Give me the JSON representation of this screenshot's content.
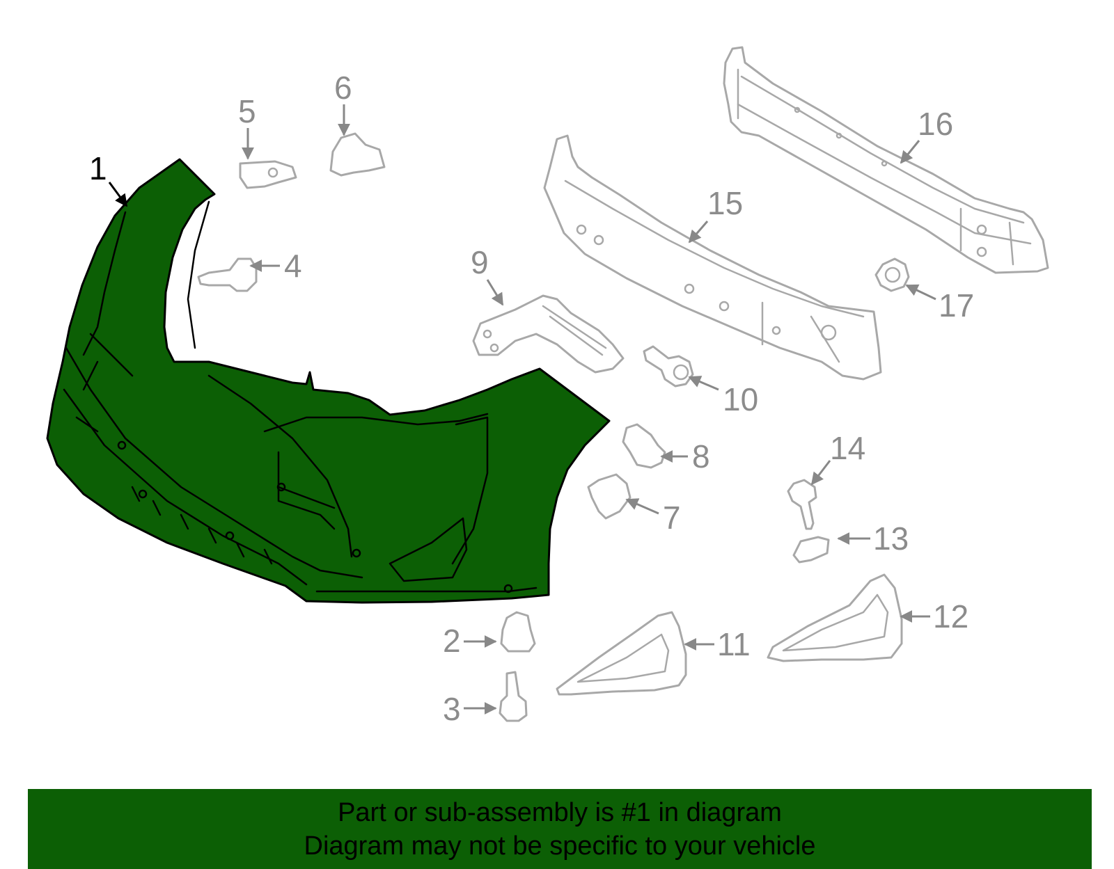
{
  "callouts": {
    "c1": "1",
    "c2": "2",
    "c3": "3",
    "c4": "4",
    "c5": "5",
    "c6": "6",
    "c7": "7",
    "c8": "8",
    "c9": "9",
    "c10": "10",
    "c11": "11",
    "c12": "12",
    "c13": "13",
    "c14": "14",
    "c15": "15",
    "c16": "16",
    "c17": "17"
  },
  "banner": {
    "line1": "Part or sub-assembly is #1 in diagram",
    "line2": "Diagram may not be specific to your vehicle"
  },
  "colors": {
    "highlight": "#0c5f05",
    "ghost_stroke": "#a8a8a8",
    "callout_text": "#8c8c8c"
  }
}
